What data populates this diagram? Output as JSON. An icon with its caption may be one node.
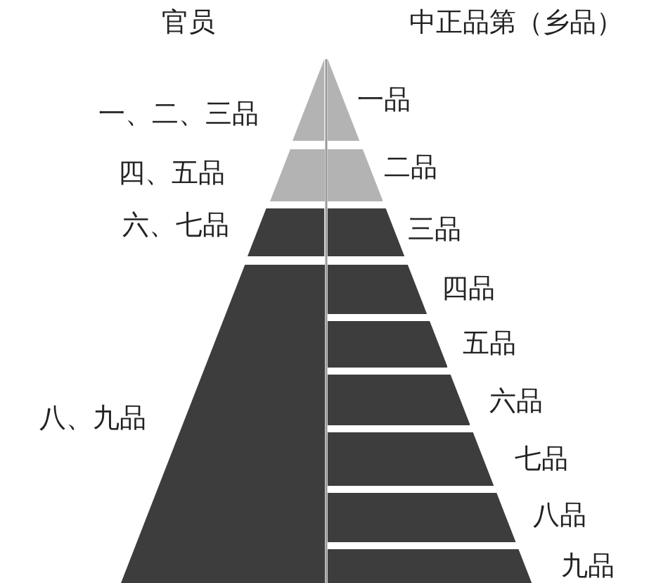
{
  "diagram": {
    "nodes": [
      {
        "text": [],
        "shape": "triangle",
        "beside": [
          "一、二、三品"
        ]
      },
      {
        "text": [],
        "shape": "bar",
        "beside": [
          "四、五品"
        ]
      },
      {
        "text": [],
        "shape": "bar",
        "beside": [
          "六、七品"
        ]
      },
      {
        "text": [],
        "shape": "bar",
        "beside": [
          "八、九品"
        ]
      },
      {
        "text": [],
        "shape": "triangle",
        "beside": [
          "一品"
        ]
      },
      {
        "text": [],
        "shape": "bar",
        "beside": [
          "二品"
        ]
      },
      {
        "text": [],
        "shape": "bar",
        "beside": [
          "三品"
        ]
      },
      {
        "text": [],
        "shape": "bar",
        "beside": [
          "四品"
        ]
      },
      {
        "text": [],
        "shape": "bar",
        "beside": [
          "五品"
        ]
      },
      {
        "text": [],
        "shape": "bar",
        "beside": [
          "六品"
        ]
      },
      {
        "text": [],
        "shape": "bar",
        "beside": [
          "七品"
        ]
      },
      {
        "text": [],
        "shape": "bar",
        "beside": [
          "八品"
        ]
      },
      {
        "text": [],
        "shape": "bar",
        "beside": [
          "九品"
        ]
      }
    ],
    "labels": [
      "官员",
      "中正品第（乡品）"
    ]
  }
}
